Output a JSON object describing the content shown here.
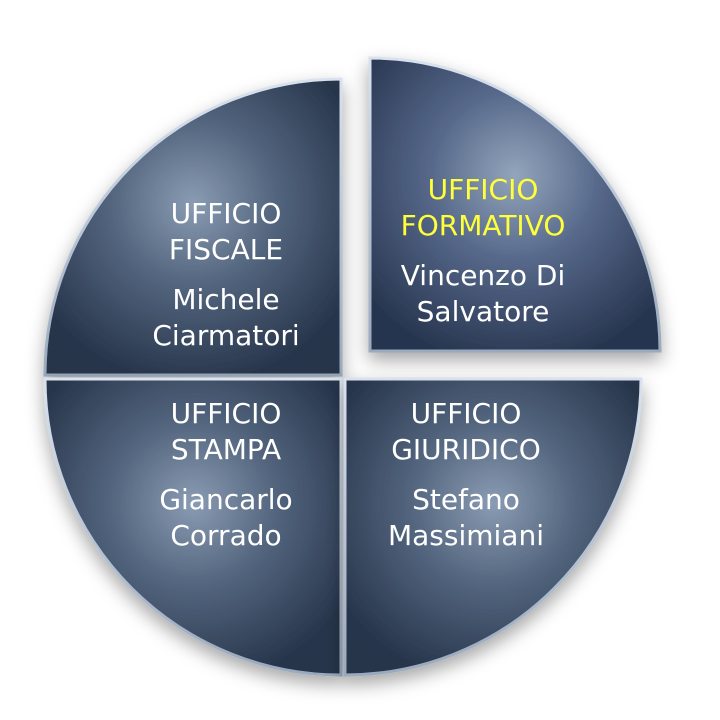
{
  "quadrants": {
    "fiscale": {
      "title": [
        "UFFICIO",
        "FISCALE"
      ],
      "person": [
        "Michele",
        "Ciarmatori"
      ]
    },
    "formativo": {
      "title": [
        "UFFICIO",
        "FORMATIVO"
      ],
      "person": [
        "Vincenzo Di",
        "Salvatore"
      ]
    },
    "stampa": {
      "title": [
        "UFFICIO",
        "STAMPA"
      ],
      "person": [
        "Giancarlo",
        "Corrado"
      ]
    },
    "giuridico": {
      "title": [
        "UFFICIO",
        "GIURIDICO"
      ],
      "person": [
        "Stefano",
        "Massimiani"
      ]
    }
  },
  "colors": {
    "segment_dark": "#2e3d52",
    "segment_light": "#7f92aa",
    "text": "#ffffff",
    "highlight_text": "#ffff3a"
  }
}
